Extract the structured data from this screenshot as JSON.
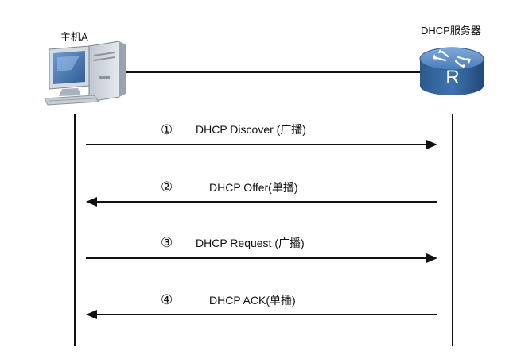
{
  "client": {
    "label": "主机A",
    "icon": "desktop-computer-icon"
  },
  "server": {
    "label": "DHCP服务器",
    "icon": "router-icon",
    "badge": "R"
  },
  "messages": [
    {
      "step": "①",
      "text": "DHCP Discover (广播)",
      "direction": "client-to-server"
    },
    {
      "step": "②",
      "text": "DHCP Offer(单播)",
      "direction": "server-to-client"
    },
    {
      "step": "③",
      "text": "DHCP Request (广播)",
      "direction": "client-to-server"
    },
    {
      "step": "④",
      "text": "DHCP ACK(单播)",
      "direction": "server-to-client"
    }
  ],
  "colors": {
    "line": "#111111",
    "router_blue": "#2f5f96",
    "router_light": "#5b8fc9",
    "monitor_blue": "#3f6fa7"
  }
}
